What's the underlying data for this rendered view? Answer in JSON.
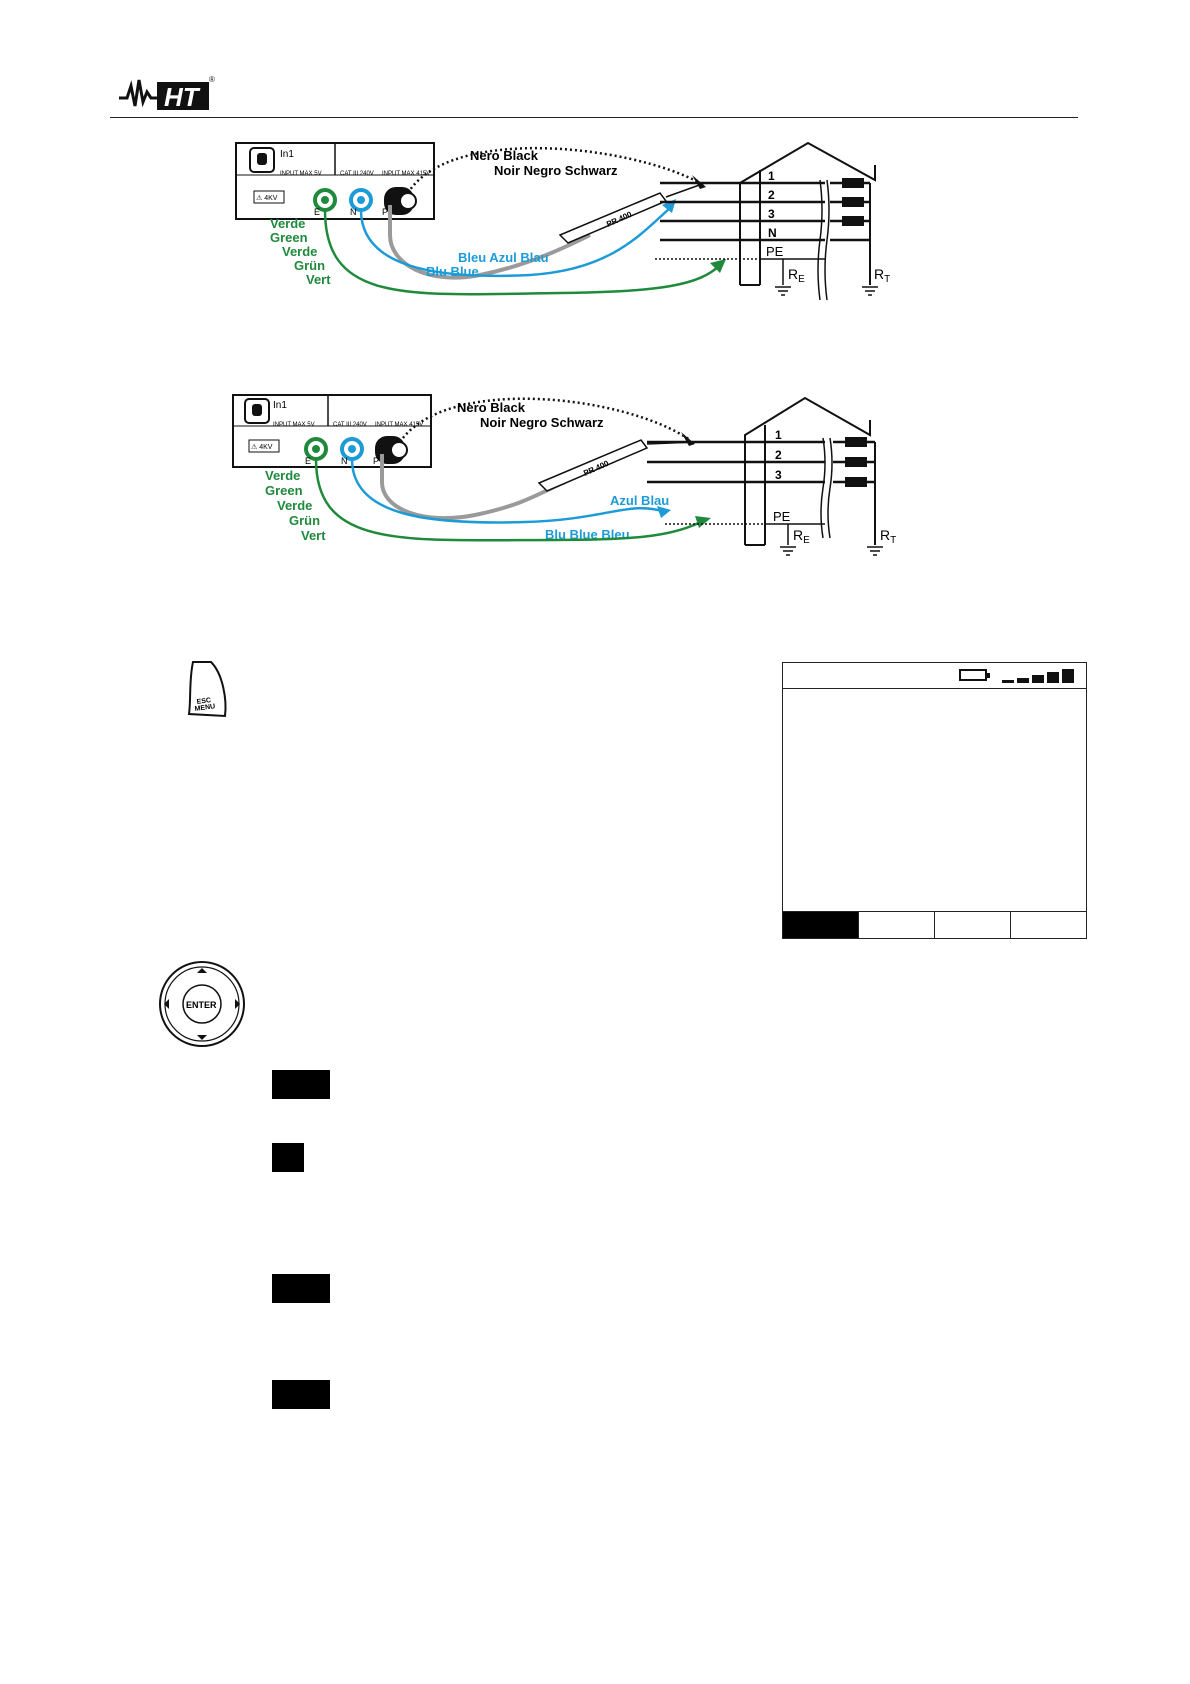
{
  "header": {
    "logo_text": "HT",
    "logo_mark": "®"
  },
  "diagram1": {
    "instrument": {
      "in1": "In1",
      "input_max_5v": "INPUT MAX 5V",
      "cat": "CAT III 240V",
      "input_max_415": "INPUT MAX 415V",
      "warning": "⚠ 4KV",
      "term_e": "E",
      "term_n": "N",
      "term_p": "P"
    },
    "black_label_1": "Nero  Black",
    "black_label_2": "Noir  Negro  Schwarz",
    "probe": "PR 400",
    "green_labels": [
      "Verde",
      "Green",
      "Verde",
      "Grün",
      "Vert"
    ],
    "blue_label_1": "Bleu  Azul  Blau",
    "blue_label_2": "Blu  Blue",
    "lines": [
      "1",
      "2",
      "3",
      "N",
      "PE"
    ],
    "re": "R",
    "re_sub": "E",
    "rt": "R",
    "rt_sub": "T"
  },
  "diagram2": {
    "instrument": {
      "in1": "In1",
      "input_max_5v": "INPUT MAX 5V",
      "cat": "CAT III 240V",
      "input_max_415": "INPUT MAX 415V",
      "warning": "⚠ 4KV",
      "term_e": "E",
      "term_n": "N",
      "term_p": "P"
    },
    "black_label_1": "Nero  Black",
    "black_label_2": "Noir   Negro  Schwarz",
    "probe": "PR 400",
    "green_labels": [
      "Verde",
      "Green",
      "Verde",
      "Grün",
      "Vert"
    ],
    "blue_label_1": "Azul  Blau",
    "blue_label_2": "Blu  Blue  Bleu",
    "lines": [
      "1",
      "2",
      "3",
      "PE"
    ],
    "re": "R",
    "re_sub": "E",
    "rt": "R",
    "rt_sub": "T"
  },
  "keys": {
    "esc_line1": "ESC",
    "esc_line2": "MENU",
    "enter": "ENTER"
  },
  "colors": {
    "green": "#1f8a3c",
    "blue": "#1d9bd7",
    "gray": "#9a9a9a",
    "black": "#111111"
  }
}
